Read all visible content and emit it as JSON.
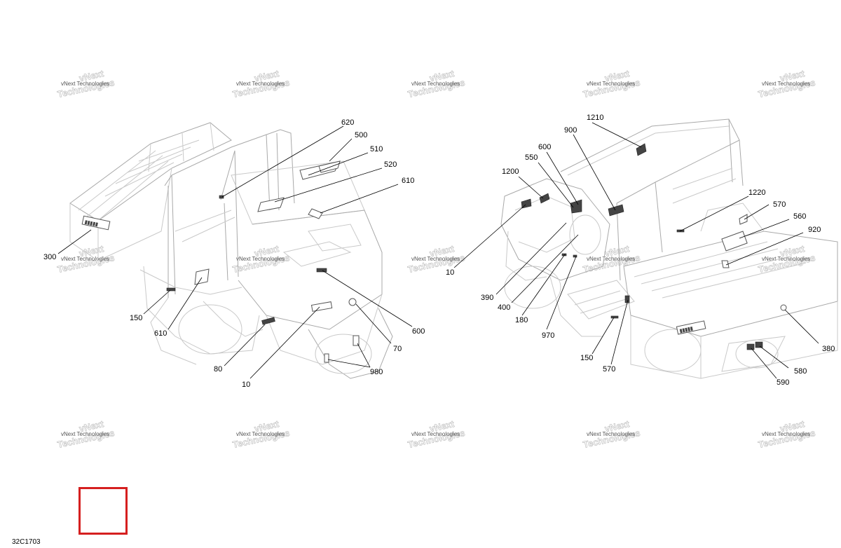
{
  "diagram": {
    "code": "32C1703",
    "watermark": {
      "line1": "vNext",
      "line2": "Technologies"
    },
    "left_view": {
      "callouts": [
        "620",
        "500",
        "510",
        "520",
        "610",
        "300",
        "150",
        "610",
        "80",
        "10",
        "600",
        "70",
        "980"
      ]
    },
    "right_view": {
      "callouts": [
        "1210",
        "900",
        "600",
        "550",
        "1200",
        "1220",
        "570",
        "560",
        "920",
        "10",
        "390",
        "400",
        "180",
        "970",
        "150",
        "570",
        "380",
        "580",
        "590"
      ]
    },
    "selection_box_color": "#d51f1f"
  }
}
